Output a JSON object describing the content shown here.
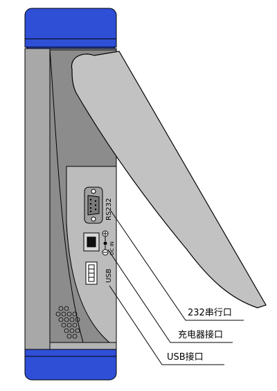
{
  "device": {
    "port_labels": {
      "rs232": "RS232",
      "usb": "USB",
      "dc_in": "DC IN"
    },
    "charger_symbol": "⊖-●-⊕"
  },
  "callouts": {
    "serial_port": "232串行口",
    "charger_port": "充电器接口",
    "usb_port": "USB接口"
  },
  "colors": {
    "cap_blue": "#2f4fd6",
    "body_gray": "#b4b4b4",
    "panel_gray": "#8c8c8c",
    "lid_gray": "#c2c2c2",
    "outline": "#000000"
  }
}
